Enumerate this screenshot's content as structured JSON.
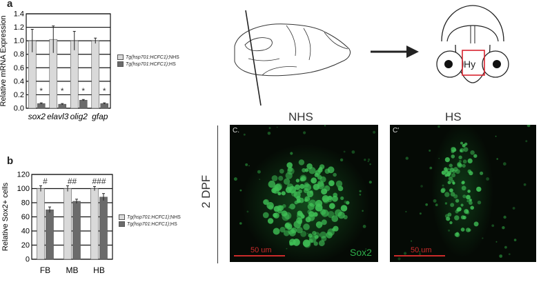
{
  "panel_labels": {
    "a": "a",
    "b": "b",
    "c": "c"
  },
  "legend_a": [
    {
      "prefix": "Tg(hsp701:HCFC1)",
      "suffix": ";NHS",
      "color": "#d9d9d9"
    },
    {
      "prefix": "Tg(hsp701:HCFC1)",
      "suffix": ";HS",
      "color": "#6b6b6b"
    }
  ],
  "legend_b": [
    {
      "prefix": "Tg(hsp701:HCFC1)",
      "suffix": ";NHS",
      "color": "#d9d9d9"
    },
    {
      "prefix": "Tg(hsp701:HCFC1)",
      "suffix": ";HS",
      "color": "#6b6b6b"
    }
  ],
  "schematic": {
    "region_label": "Hy"
  },
  "imaging": {
    "nhs_title": "NHS",
    "hs_title": "HS",
    "stage_label": "2 DPF",
    "panel_c": "C.",
    "panel_c_prime": "C'",
    "marker": "Sox2",
    "scale_left": "50 um",
    "scale_right": "50 um"
  },
  "colors": {
    "nhs": "#d9d9d9",
    "hs": "#6b6b6b",
    "fluor": "#2fae4a",
    "scale": "#cc2b2b"
  },
  "chart_data": [
    {
      "type": "bar",
      "categories": [
        "sox2",
        "elavl3",
        "olig2",
        "gfap"
      ],
      "series": [
        {
          "name": "Tg(hsp701:HCFC1);NHS",
          "values": [
            1.0,
            1.02,
            1.0,
            1.0
          ],
          "errors": [
            0.17,
            0.2,
            0.14,
            0.04
          ]
        },
        {
          "name": "Tg(hsp701:HCFC1);HS",
          "values": [
            0.07,
            0.06,
            0.12,
            0.07
          ],
          "errors": [
            0.01,
            0.01,
            0.01,
            0.01
          ]
        }
      ],
      "annotations": [
        "*",
        "*",
        "*",
        "*"
      ],
      "ylabel": "Relative mRNA Expression",
      "yticks": [
        0,
        0.2,
        0.4,
        0.6,
        0.8,
        1.0,
        1.2,
        1.4
      ],
      "ylim": [
        0,
        1.4
      ],
      "grid": true
    },
    {
      "type": "bar",
      "categories": [
        "FB",
        "MB",
        "HB"
      ],
      "series": [
        {
          "name": "Tg(hsp701:HCFC1);NHS",
          "values": [
            100,
            100,
            100
          ],
          "errors": [
            4,
            4,
            3
          ]
        },
        {
          "name": "Tg(hsp701:HCFC1);HS",
          "values": [
            70,
            82,
            88
          ],
          "errors": [
            4,
            3,
            5
          ]
        }
      ],
      "annotations": [
        "#",
        "##",
        "###"
      ],
      "ylabel": "Relative Sox2+ cells",
      "yticks": [
        0,
        20,
        40,
        60,
        80,
        100,
        120
      ],
      "ylim": [
        0,
        120
      ],
      "grid": true
    }
  ]
}
